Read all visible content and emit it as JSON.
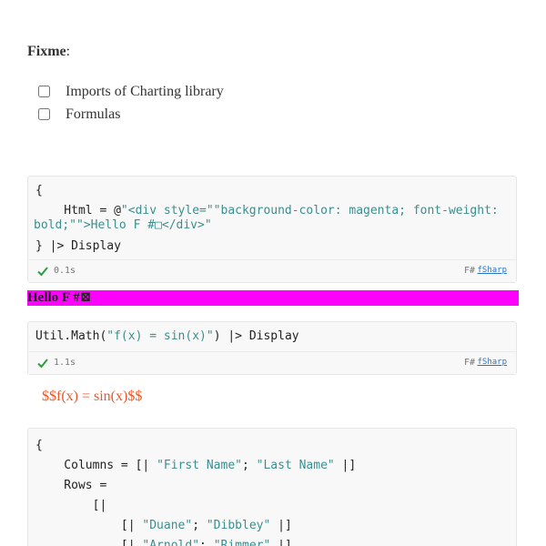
{
  "fixme": {
    "label": "Fixme",
    "colon": ":",
    "items": [
      {
        "label": "Imports of Charting library",
        "checked": false
      },
      {
        "label": "Formulas",
        "checked": false
      }
    ]
  },
  "cells": [
    {
      "code_lines": [
        "{",
        "    Html = @\"<div style=\"\"background-color: magenta; font-weight:",
        "bold;\"\">Hello F #□</div>\"",
        "} |> Display"
      ],
      "status": {
        "time": "0.1s",
        "language": "F#",
        "kernel": "fSharp",
        "icon": "check-icon"
      },
      "output": "Hello F #⊠"
    },
    {
      "code_lines": [
        "Util.Math(\"f(x) = sin(x)\") |> Display"
      ],
      "status": {
        "time": "1.1s",
        "language": "F#",
        "kernel": "fSharp",
        "icon": "check-icon"
      },
      "output": "$$f(x) = sin(x)$$"
    },
    {
      "code_lines": [
        "{",
        "    Columns = [| \"First Name\"; \"Last Name\" |]",
        "    Rows =",
        "        [|",
        "            [| \"Duane\"; \"Dibbley\" |]",
        "            [| \"Arnold\"; \"Rimmer\" |]"
      ]
    }
  ],
  "colors": {
    "magenta": "#ff00ff",
    "math_output": "#e8582a",
    "string_literal": "#3b8e8e",
    "check": "#2e9e3e",
    "kernel_link": "#2a72c4"
  }
}
